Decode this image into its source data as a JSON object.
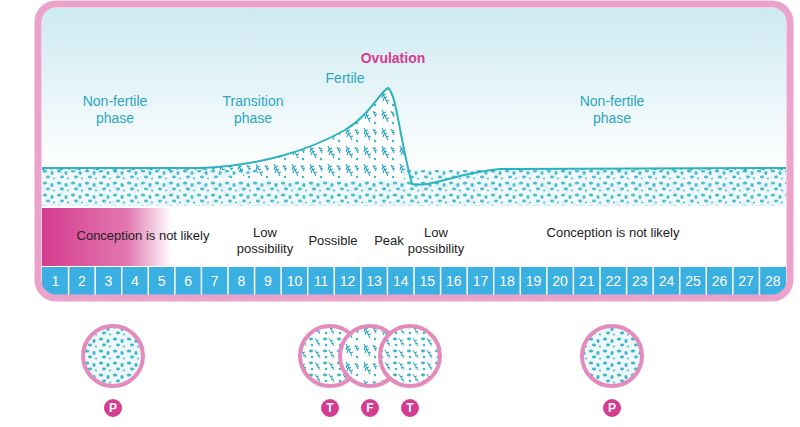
{
  "diagram": {
    "nodes": [
      {
        "text": [
          "P"
        ]
      },
      {
        "text": [
          "T"
        ]
      },
      {
        "text": [
          "F"
        ]
      },
      {
        "text": [
          "T"
        ]
      },
      {
        "text": [
          "P"
        ]
      }
    ],
    "labels": [
      "Ovulation",
      "Non-fertile phase",
      "Transition phase",
      "Fertile",
      "Non-fertile phase",
      "Conception is not likely",
      "Low possibility",
      "Possible",
      "Peak",
      "Low possibility",
      "Conception is not likely",
      "1",
      "2",
      "3",
      "4",
      "5",
      "6",
      "7",
      "8",
      "9",
      "10",
      "11",
      "12",
      "13",
      "14",
      "15",
      "16",
      "17",
      "18",
      "19",
      "20",
      "21",
      "22",
      "23",
      "24",
      "25",
      "26",
      "27",
      "28"
    ]
  }
}
